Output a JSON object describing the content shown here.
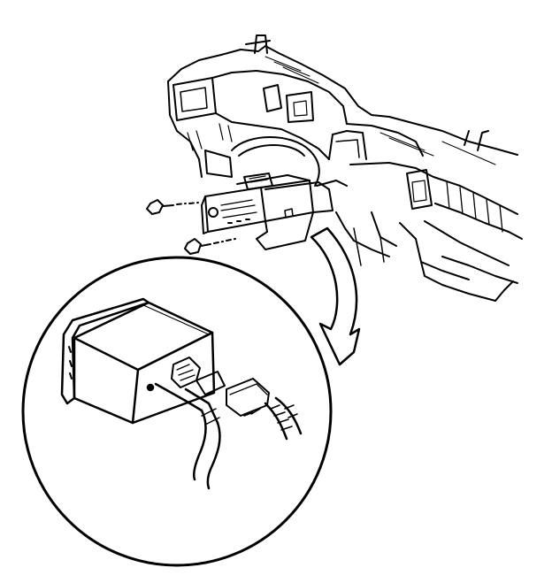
{
  "figure": {
    "background": "#ffffff",
    "ink": "#000000",
    "parts": [
      "instrument-panel",
      "radio-unit",
      "mounting-bolt-upper",
      "mounting-bolt-lower",
      "detail-arrow",
      "detail-circle",
      "radio-detail",
      "electrical-connector",
      "antenna-cable",
      "wire-harness"
    ]
  }
}
